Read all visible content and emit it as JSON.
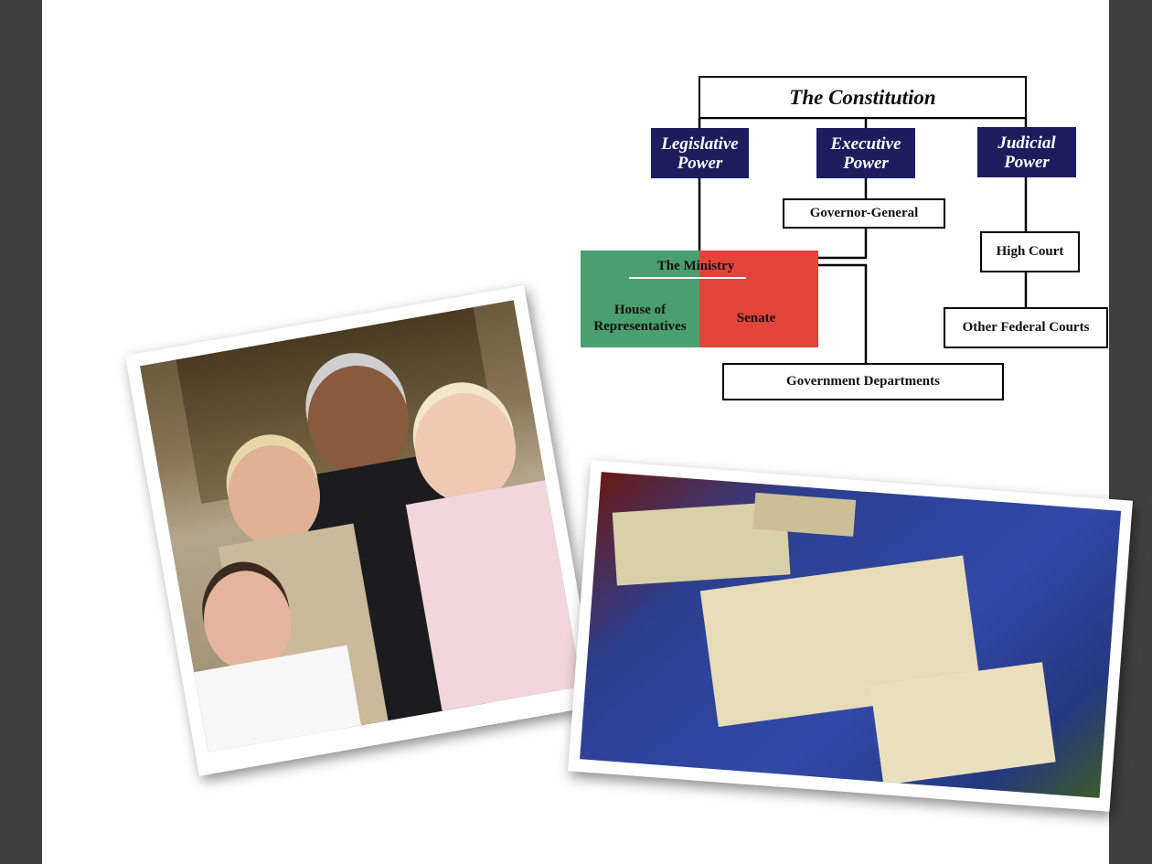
{
  "diagram": {
    "root": "The Constitution",
    "powers": {
      "legislative": "Legislative Power",
      "executive": "Executive Power",
      "judicial": "Judicial Power"
    },
    "governor_general": "Governor-General",
    "ministry": "The Ministry",
    "house": "House of Representatives",
    "senate": "Senate",
    "high_court": "High Court",
    "other_courts": "Other Federal Courts",
    "departments": "Government Departments",
    "colors": {
      "power_fill": "#1d1d5e",
      "house": "#4a9f6e",
      "senate": "#e2443a"
    }
  },
  "photos": [
    {
      "subject": "group-portrait"
    },
    {
      "subject": "constitution-display-case"
    }
  ]
}
